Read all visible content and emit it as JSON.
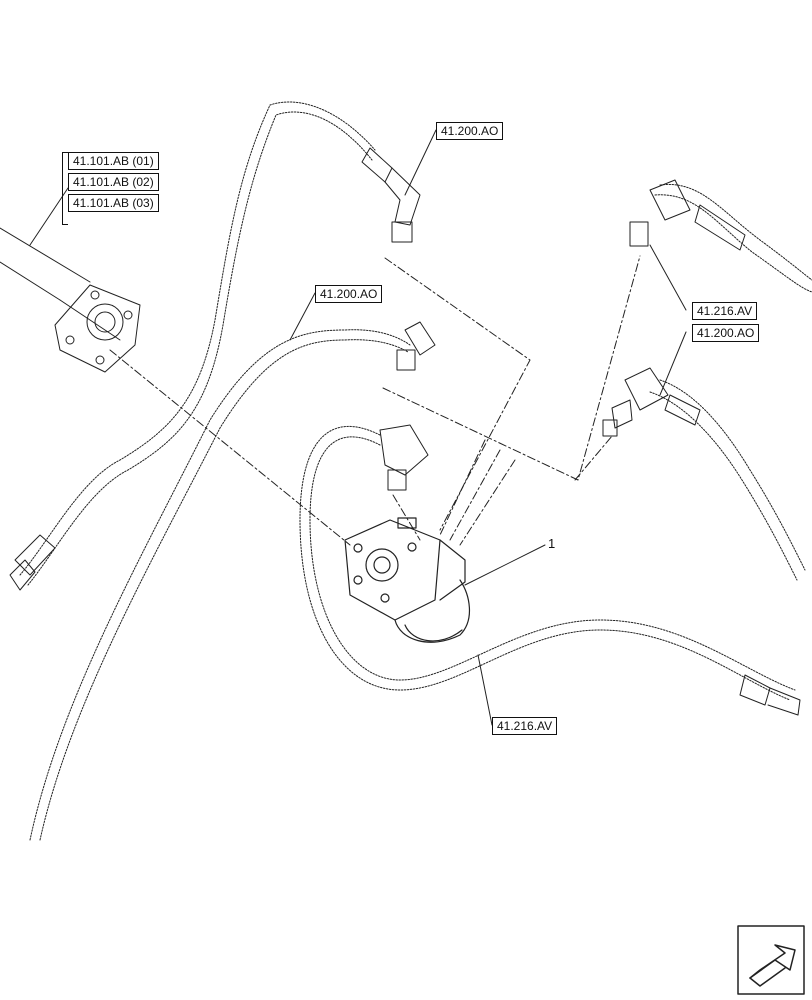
{
  "references": {
    "group_top_left": [
      "41.101.AB (01)",
      "41.101.AB (02)",
      "41.101.AB (03)"
    ],
    "top_center": "41.200.AO",
    "left_center": "41.200.AO",
    "right_upper": "41.216.AV",
    "right_lower": "41.200.AO",
    "bottom_center": "41.216.AV"
  },
  "callouts": {
    "steering_unit": "1"
  },
  "icons": {
    "navigation": "next-page-arrow-icon"
  }
}
